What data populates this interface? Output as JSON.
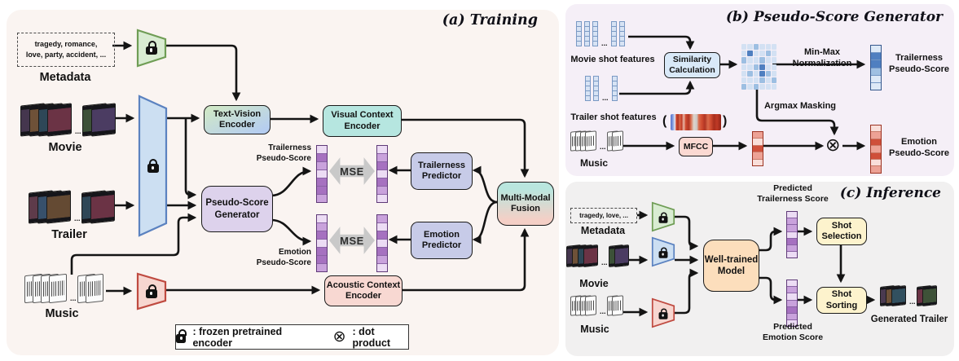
{
  "colors": {
    "panel_a_bg": "#faf4f1",
    "panel_b_bg": "#f5eff7",
    "panel_c_bg": "#f1f0f0",
    "arrow": "#141414",
    "box_border": "#1a1a1a",
    "tve_from": "#cfe7c8",
    "tve_to": "#b5cdf0",
    "vce": "#b6e6e0",
    "psg": "#ddd2ec",
    "predictor": "#c7cbe8",
    "mmf_from": "#b9e6de",
    "mmf_to": "#f4cfc6",
    "ace": "#f8d8d2",
    "mfcc": "#fbd9d2",
    "sc": "#d9e9f8",
    "wtm": "#fcdebc",
    "shot": "#fdf3cd",
    "legend_bg": "#ffffff",
    "enc_green_fill": "#d9ecd2",
    "enc_green_stroke": "#6f9d55",
    "enc_blue_fill": "#ccdff2",
    "enc_blue_stroke": "#5b82c0",
    "enc_red_fill": "#f7d6d0",
    "enc_red_stroke": "#bf4a40",
    "mse_fill": "#c9c9c9"
  },
  "misc": {
    "dots": "..."
  },
  "palettes": {
    "purple": {
      "shades": [
        "#ecdcf4",
        "#c9a2dc",
        "#a671c0",
        "#8f57ad"
      ],
      "border": "#8a63a5",
      "edge": "#5f3a78"
    },
    "blue": {
      "shades": [
        "#dde9f7",
        "#9fc0e2",
        "#4f7fc0",
        "#3f6cae"
      ],
      "border": "#7396c4",
      "edge": "#34578c"
    },
    "red": {
      "shades": [
        "#f9ded9",
        "#eda295",
        "#cf4f3a",
        "#b93a28"
      ],
      "border": "#c97a68",
      "edge": "#9c3322"
    },
    "mblue": {
      "shades": [
        "#d3e1f3",
        "#9dbfe2",
        "#4f7fc0"
      ],
      "border": "#ffffff",
      "edge": "#ffffff"
    }
  },
  "vectors": {
    "a_trailerness_pseudo": [
      0,
      2,
      1,
      0,
      2,
      2,
      1
    ],
    "a_trailerness_pred": [
      0,
      1,
      2,
      0,
      2,
      1,
      0
    ],
    "a_emotion_pseudo": [
      0,
      1,
      2,
      0,
      2,
      2,
      1
    ],
    "a_emotion_pred": [
      1,
      0,
      2,
      0,
      2,
      1,
      0
    ],
    "b_trailerness_score": [
      0,
      2,
      2,
      1,
      0,
      0
    ],
    "b_music_feature": [
      1,
      0,
      2,
      1,
      0
    ],
    "b_emotion_score": [
      0,
      1,
      2,
      1,
      2,
      0,
      1
    ],
    "c_pred_trailerness": [
      0,
      1,
      1,
      0,
      2,
      1,
      0
    ],
    "c_pred_emotion": [
      0,
      1,
      0,
      1,
      2,
      1,
      0
    ]
  },
  "matrix": {
    "similarity_rows": [
      [
        0,
        0,
        1,
        0,
        0,
        0
      ],
      [
        0,
        2,
        0,
        0,
        1,
        0
      ],
      [
        1,
        0,
        0,
        1,
        0,
        0
      ],
      [
        0,
        0,
        1,
        2,
        0,
        0
      ],
      [
        0,
        1,
        0,
        2,
        1,
        0
      ],
      [
        0,
        0,
        0,
        1,
        0,
        1
      ],
      [
        1,
        0,
        1,
        0,
        0,
        0
      ]
    ]
  },
  "feature_columns": {
    "movie": {
      "groups": [
        3,
        2
      ],
      "cells": 5
    },
    "trailer": {
      "groups": [
        2,
        1
      ],
      "cells": 5
    }
  },
  "stacks": {
    "a_movie": {
      "kind": "film",
      "groups": [
        4,
        2
      ],
      "colors": [
        "#45364e",
        "#6e5138",
        "#2e4757",
        "#6b3345",
        "#3c5138",
        "#4b3c62"
      ]
    },
    "a_trailer": {
      "kind": "film",
      "groups": [
        3,
        2
      ],
      "colors": [
        "#5e3b4a",
        "#37506b",
        "#644a33",
        "#2e4757",
        "#6b3345"
      ]
    },
    "a_music": {
      "kind": "audio",
      "groups": [
        4,
        2
      ]
    },
    "b_music": {
      "kind": "audio",
      "groups": [
        4,
        2
      ]
    },
    "c_movie": {
      "kind": "film",
      "groups": [
        4,
        2
      ],
      "colors": [
        "#45364e",
        "#6e5138",
        "#2e4757",
        "#6b3345",
        "#3c5138",
        "#4b3c62"
      ]
    },
    "c_music": {
      "kind": "audio",
      "groups": [
        4,
        2
      ]
    },
    "c_generated": {
      "kind": "film",
      "groups": [
        3,
        2
      ],
      "colors": [
        "#4a3a50",
        "#6e5138",
        "#32505f",
        "#6b3345",
        "#3e5238"
      ]
    }
  },
  "panel_a": {
    "title": "(a) Training",
    "metadata_text": "tragedy, romance,\nlove, party, accident, ...",
    "metadata_label": "Metadata",
    "movie_label": "Movie",
    "trailer_label": "Trailer",
    "music_label": "Music",
    "text_vision_encoder": "Text-Vision\nEncoder",
    "visual_context_encoder": "Visual Context\nEncoder",
    "pseudo_score_generator": "Pseudo-Score\nGenerator",
    "trailerness_pseudo_score": "Trailerness\nPseudo-Score",
    "emotion_pseudo_score": "Emotion\nPseudo-Score",
    "mse": "MSE",
    "trailerness_predictor": "Trailerness\nPredictor",
    "emotion_predictor": "Emotion\nPredictor",
    "multi_modal_fusion": "Multi-Modal\nFusion",
    "acoustic_context_encoder": "Acoustic Context\nEncoder",
    "legend_frozen": ": frozen pretrained encoder",
    "legend_dot": ": dot product",
    "dot_symbol": "⊗"
  },
  "panel_b": {
    "title": "(b) Pseudo-Score Generator",
    "movie_shot_features": "Movie shot features",
    "trailer_shot_features": "Trailer shot features",
    "similarity_calculation": "Similarity\nCalculation",
    "min_max_normalization": "Min-Max\nNormalization",
    "argmax_masking": "Argmax Masking",
    "trailerness_pseudo_score": "Trailerness\nPseudo-Score",
    "emotion_pseudo_score": "Emotion\nPseudo-Score",
    "mfcc": "MFCC",
    "music_label": "Music",
    "paren_open": "(",
    "paren_close": ")",
    "dot_symbol": "⊗",
    "spectrogram_gradient": "linear-gradient(90deg,#5872cc 0,#7d98dc 4%,#b7c6ea 7%,#e8eaf2 9%,#cf4a30 11%,#b03524 15%,#d96a4a 18%,#c03a26 22%,#e8b9a8 26%,#cf4a30 30%,#b03524 36%,#d96a4a 40%,#ddd5cc 46%,#cdc8c4 52%,#d96a4a 56%,#cf4a30 62%,#b03524 68%,#d96a4a 74%,#cf4a30 80%,#a82f1e 86%,#c03a26 92%,#8f2418 100%)"
  },
  "panel_c": {
    "title": "(c) Inference",
    "metadata_text": "tragedy, love,  ...",
    "metadata_label": "Metadata",
    "movie_label": "Movie",
    "music_label": "Music",
    "well_trained_model": "Well-trained\nModel",
    "predicted_trailerness_score": "Predicted\nTrailerness Score",
    "predicted_emotion_score": "Predicted\nEmotion Score",
    "shot_selection": "Shot\nSelection",
    "shot_sorting": "Shot\nSorting",
    "generated_trailer": "Generated Trailer"
  }
}
